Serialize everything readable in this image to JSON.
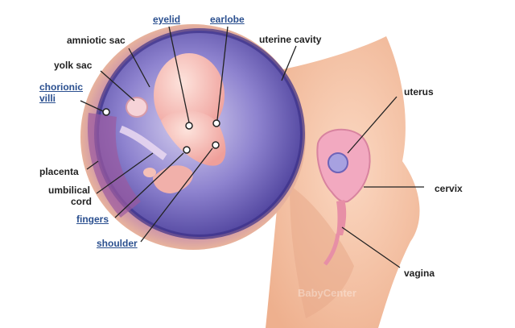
{
  "labels": {
    "eyelid": "eyelid",
    "earlobe": "earlobe",
    "amniotic_sac": "amniotic sac",
    "uterine_cavity": "uterine cavity",
    "yolk_sac": "yolk sac",
    "chorionic": "chorionic",
    "villi": "villi",
    "uterus": "uterus",
    "placenta": "placenta",
    "umbilical": "umbilical",
    "cord": "cord",
    "cervix": "cervix",
    "fingers": "fingers",
    "shoulder": "shoulder",
    "vagina": "vagina"
  },
  "watermark": "BabyCenter",
  "colors": {
    "link": "#2a4f8f",
    "text": "#222222",
    "sac": "#5a4ea8",
    "skin": "#f6c7a8",
    "embryo": "#f4b7b0"
  }
}
